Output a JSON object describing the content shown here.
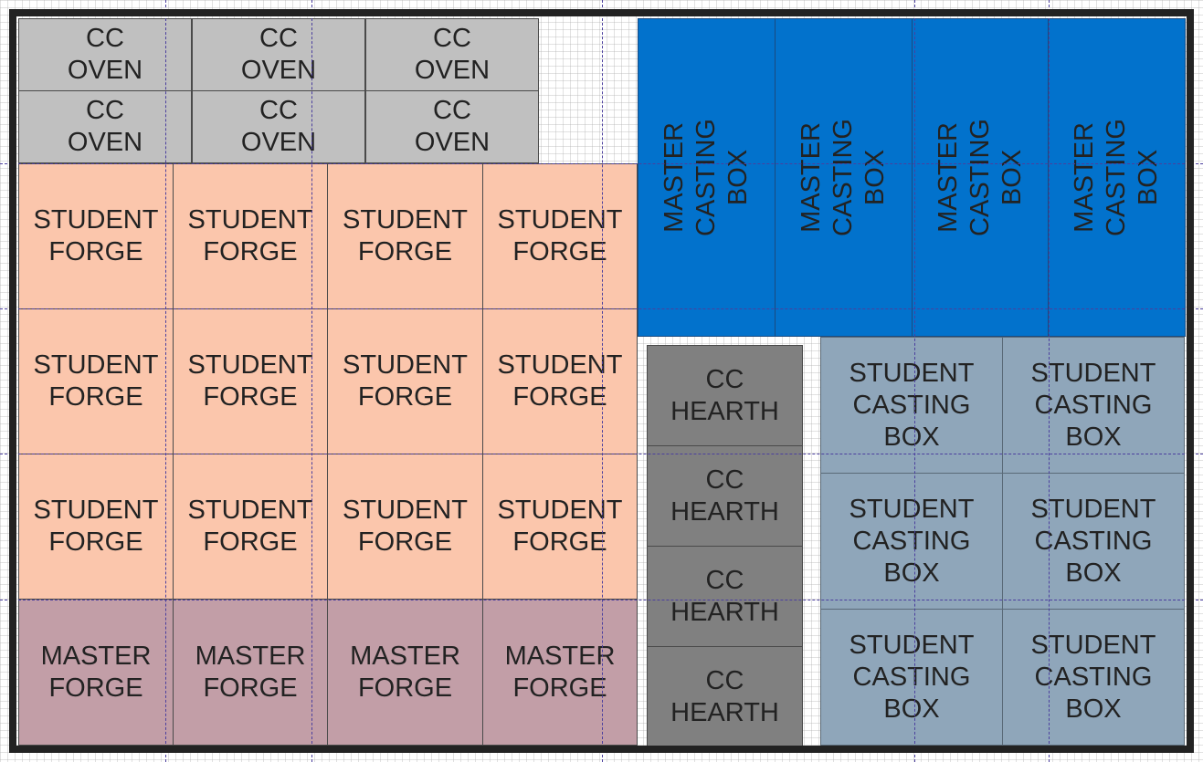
{
  "labels": {
    "cc_oven": "CC\nOVEN",
    "student_forge": "STUDENT\nFORGE",
    "master_forge": "MASTER\nFORGE",
    "master_casting_box": "MASTER\nCASTING BOX",
    "cc_hearth": "CC\nHEARTH",
    "student_casting_box": "STUDENT\nCASTING\nBOX"
  },
  "colors": {
    "cc_oven": "#c0c0c0",
    "student_forge": "#fbc6ac",
    "master_forge": "#c29ea7",
    "master_casting_box": "#0272cc",
    "cc_hearth": "#808080",
    "student_casting_box": "#8fa6ba",
    "frame": "#222222",
    "guide_lines": "#4b3f9e"
  },
  "layout_groups": [
    {
      "type": "cc_oven",
      "count": 6
    },
    {
      "type": "student_forge",
      "count": 12
    },
    {
      "type": "master_forge",
      "count": 4
    },
    {
      "type": "master_casting_box",
      "count": 4,
      "orientation": "rotated"
    },
    {
      "type": "cc_hearth",
      "count": 4
    },
    {
      "type": "student_casting_box",
      "count": 6
    }
  ]
}
